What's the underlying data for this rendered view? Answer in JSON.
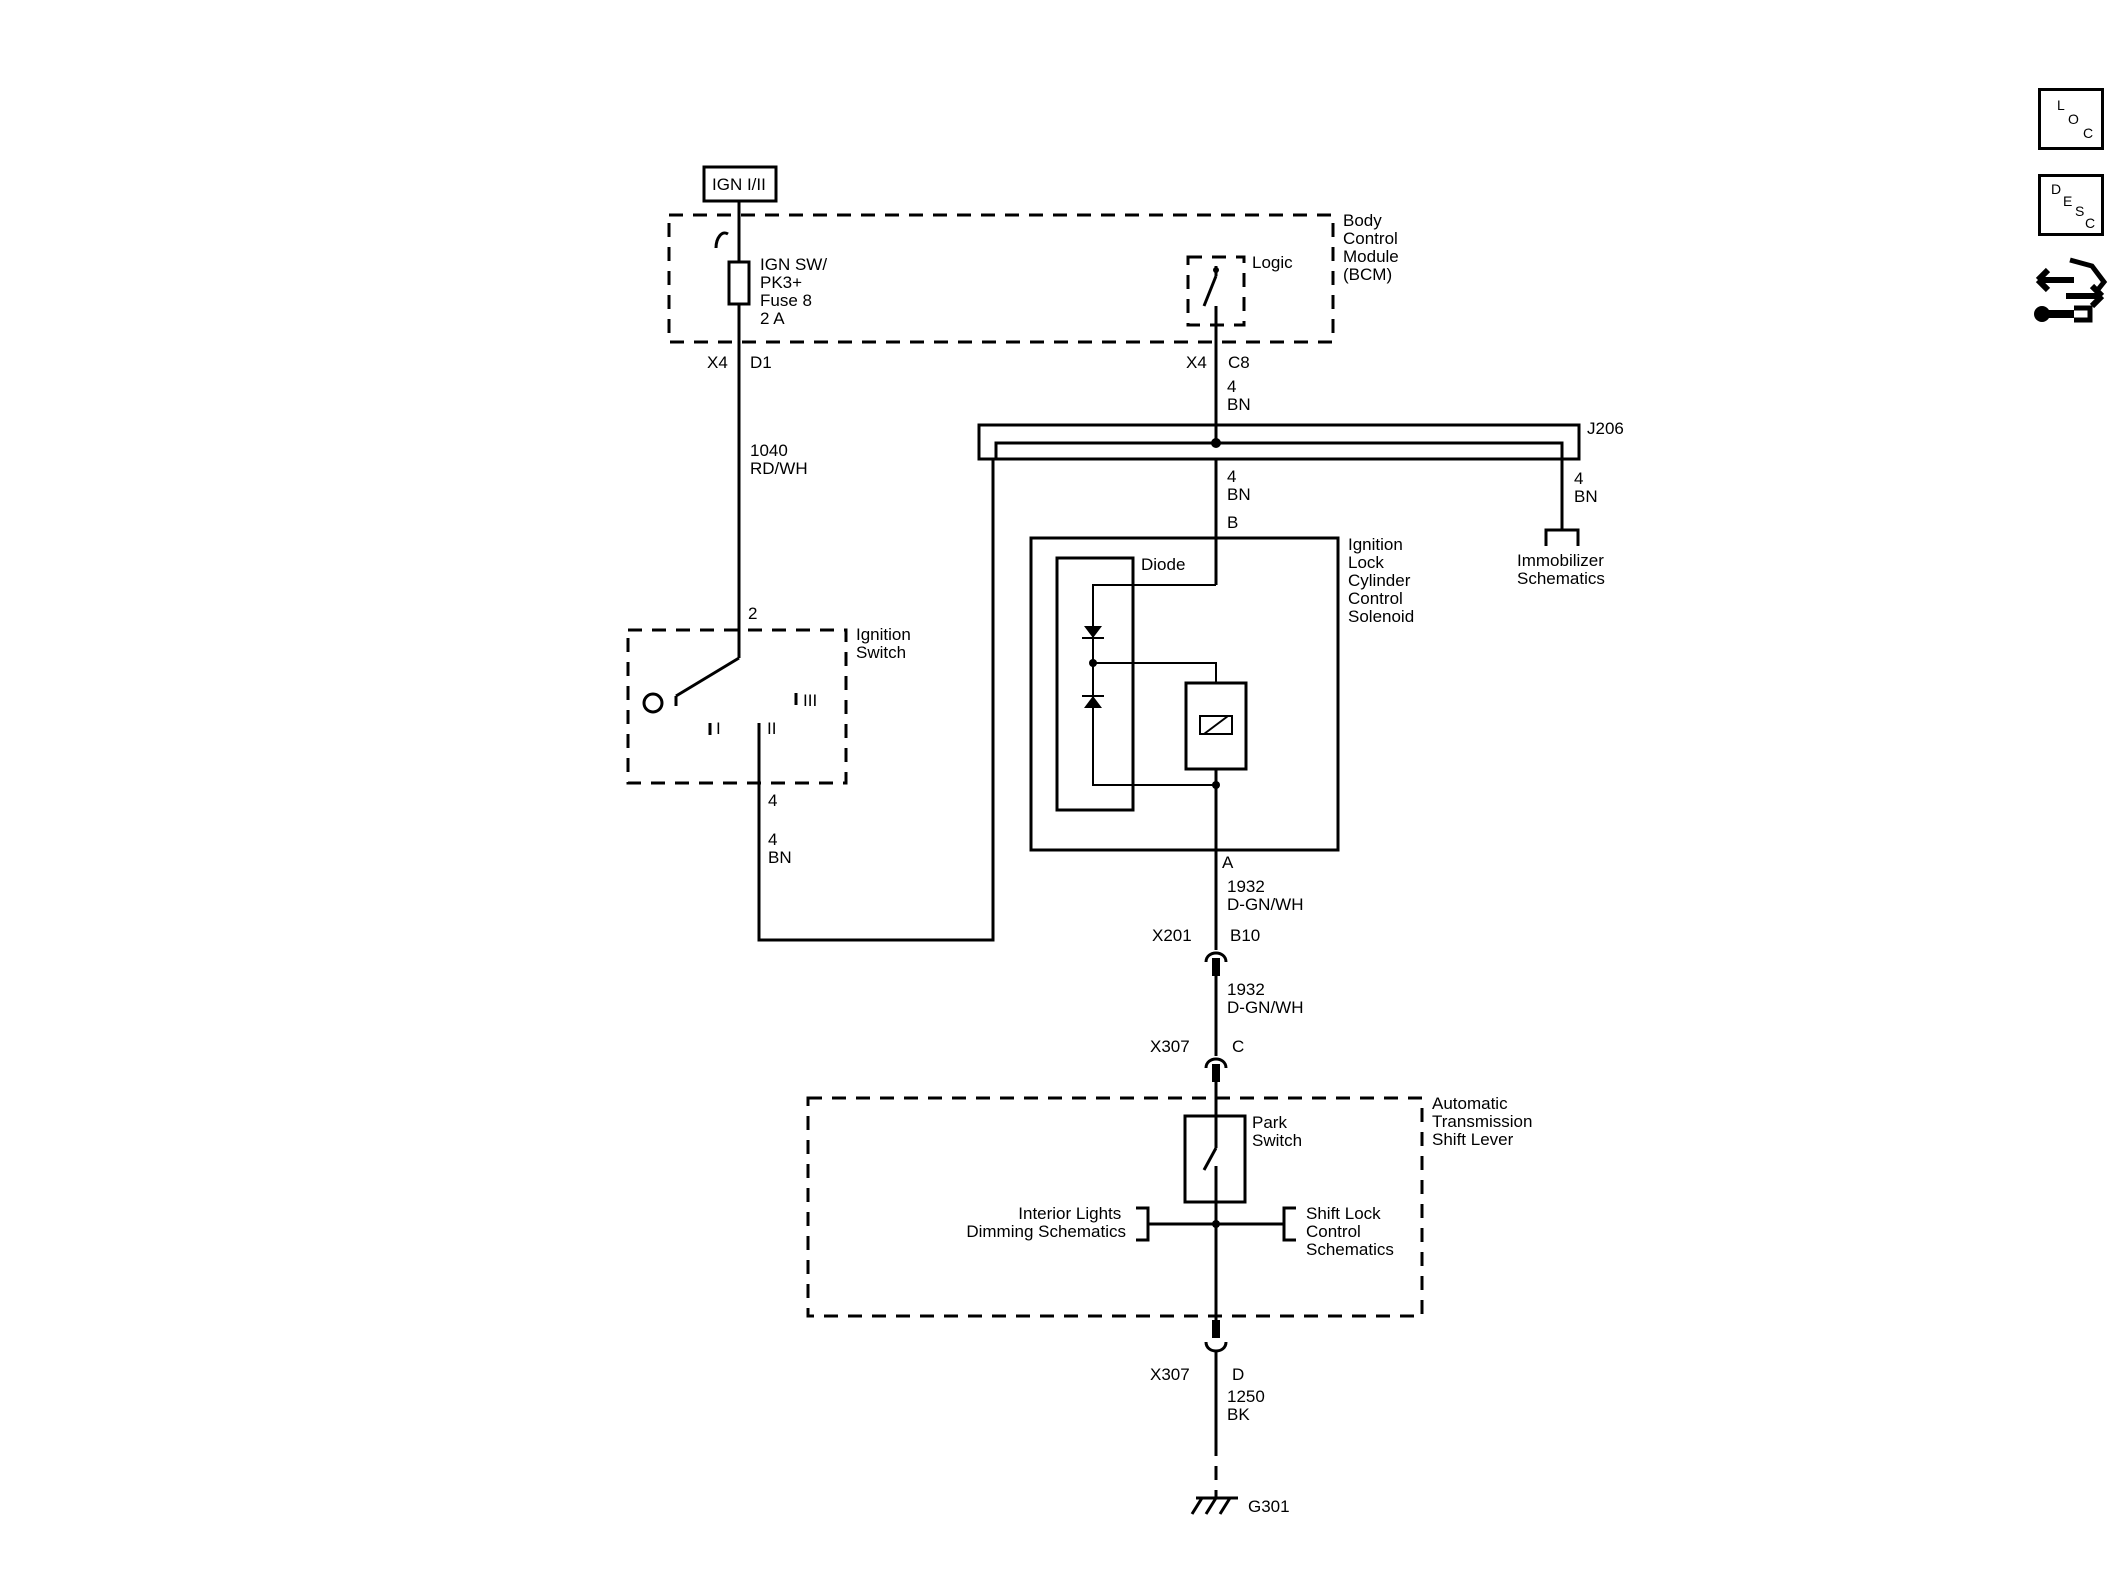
{
  "nav_icons": {
    "loc": [
      "L",
      "O",
      "C"
    ],
    "desc": [
      "D",
      "E",
      "S",
      "C"
    ]
  },
  "power": {
    "label": "IGN I/II"
  },
  "bcm": {
    "label_lines": [
      "Body",
      "Control",
      "Module",
      "(BCM)"
    ],
    "fuse_lines": [
      "IGN SW/",
      "PK3+",
      "Fuse 8",
      "2 A"
    ],
    "logic": "Logic",
    "pins": {
      "left_conn": "X4",
      "left_pin": "D1",
      "right_conn": "X4",
      "right_pin": "C8"
    }
  },
  "wires": {
    "w1040": [
      "1040",
      "RD/WH"
    ],
    "w4_top": [
      "4",
      "BN"
    ],
    "w4_splice": [
      "4",
      "BN"
    ],
    "w4_immo": [
      "4",
      "BN"
    ],
    "w4_ign": [
      "4",
      "BN"
    ],
    "w1932_a": [
      "1932",
      "D-GN/WH"
    ],
    "w1932_b": [
      "1932",
      "D-GN/WH"
    ],
    "w1250": [
      "1250",
      "BK"
    ]
  },
  "splice": {
    "label": "J206"
  },
  "immobilizer": {
    "lines": [
      "Immobilizer",
      "Schematics"
    ]
  },
  "solenoid": {
    "label_lines": [
      "Ignition",
      "Lock",
      "Cylinder",
      "Control",
      "Solenoid"
    ],
    "diode": "Diode",
    "pin_b": "B",
    "pin_a": "A"
  },
  "ignition_switch": {
    "label_lines": [
      "Ignition",
      "Switch"
    ],
    "pin_top": "2",
    "pin_bottom": "4",
    "pos_i": "I",
    "pos_ii": "II",
    "pos_iii": "III"
  },
  "connectors": {
    "x201": {
      "name": "X201",
      "pin": "B10"
    },
    "x307c": {
      "name": "X307",
      "pin": "C"
    },
    "x307d": {
      "name": "X307",
      "pin": "D"
    }
  },
  "shift_lever": {
    "label_lines": [
      "Automatic",
      "Transmission",
      "Shift Lever"
    ],
    "park_switch": [
      "Park",
      "Switch"
    ],
    "interior_lights": [
      "Interior Lights",
      "Dimming Schematics"
    ],
    "shift_lock": [
      "Shift Lock",
      "Control",
      "Schematics"
    ]
  },
  "ground": {
    "label": "G301"
  }
}
